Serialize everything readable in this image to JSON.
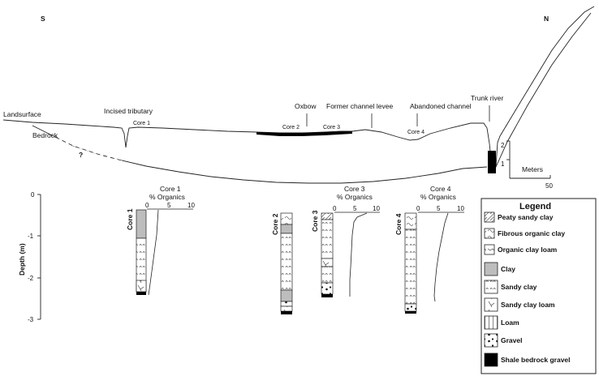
{
  "compass": {
    "left": "S",
    "right": "N"
  },
  "cross_section_labels": {
    "landsurface": "Landsurface",
    "bedrock": "Bedrock",
    "question": "?",
    "incised_tributary": "Incised tributary",
    "oxbow": "Oxbow",
    "former_levee": "Former channel levee",
    "abandoned_channel": "Abandoned channel",
    "trunk_river": "Trunk river",
    "core1": "Core 1",
    "core2": "Core 2",
    "core3": "Core 3",
    "core4": "Core 4"
  },
  "vertical_scale": {
    "ticks": [
      "2",
      "1"
    ],
    "unit": "Meters"
  },
  "horizontal_scale": {
    "value": "50"
  },
  "depth_axis": {
    "label": "Depth (m)",
    "ticks": [
      "0",
      "-1",
      "-2",
      "-3"
    ]
  },
  "cores": [
    {
      "name": "Core 1",
      "title_line1": "Core 1",
      "title_line2": "% Organics",
      "ticks": [
        "0",
        "5",
        "10"
      ],
      "column_label": "Core 1"
    },
    {
      "name": "Core 2",
      "column_label": "Core 2"
    },
    {
      "name": "Core 3",
      "title_line1": "Core 3",
      "title_line2": "% Organics",
      "ticks": [
        "0",
        "5",
        "10"
      ],
      "column_label": "Core 3"
    },
    {
      "name": "Core 4",
      "title_line1": "Core 4",
      "title_line2": "% Organics",
      "ticks": [
        "0",
        "5",
        "10"
      ],
      "column_label": "Core 4"
    }
  ],
  "legend": {
    "title": "Legend",
    "items": [
      {
        "label": "Peaty sandy clay",
        "pattern": "peaty"
      },
      {
        "label": "Fibrous organic clay",
        "pattern": "fibrous"
      },
      {
        "label": "Organic clay loam",
        "pattern": "organic-loam"
      },
      {
        "label": "Clay",
        "pattern": "clay"
      },
      {
        "label": "Sandy clay",
        "pattern": "sandy-clay"
      },
      {
        "label": "Sandy clay loam",
        "pattern": "sandy-clay-loam"
      },
      {
        "label": "Loam",
        "pattern": "loam"
      },
      {
        "label": "Gravel",
        "pattern": "gravel"
      },
      {
        "label": "Shale bedrock gravel",
        "pattern": "shale"
      }
    ]
  },
  "colors": {
    "clay": "#bdbdbd",
    "shale": "#000000",
    "line": "#222222"
  }
}
